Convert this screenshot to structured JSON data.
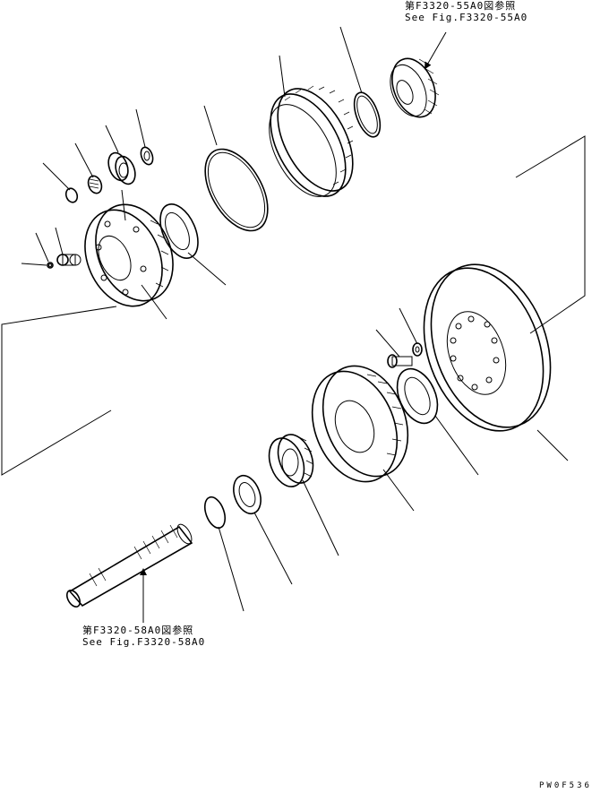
{
  "references": {
    "top_right": {
      "jp": "第F3320-55A0図参照",
      "en": "See Fig.F3320-55A0"
    },
    "bottom_left": {
      "jp": "第F3320-58A0図参照",
      "en": "See Fig.F3320-58A0"
    }
  },
  "drawing_code": "PW0F536"
}
